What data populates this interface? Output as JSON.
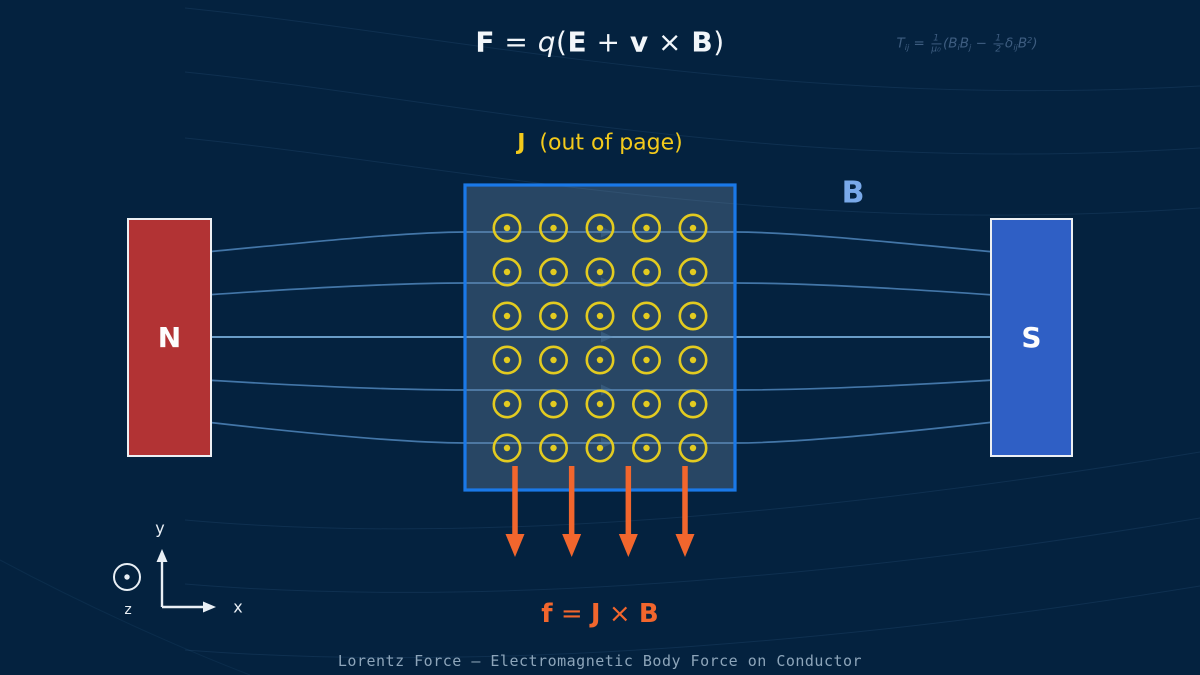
{
  "colors": {
    "background": "#04223f",
    "decor_line": "#4578a8",
    "field_line": "#4a80b4",
    "field_line_bright": "#6fa3cf",
    "conductor_border": "#1a79e8",
    "conductor_fill": "#7492b0",
    "magnet_north": "#b23334",
    "magnet_south": "#2f5fc5",
    "magnet_border": "#eceff3",
    "current_symbol": "#e3cb20",
    "force": "#f2662d",
    "j_label": "#f3ca1b",
    "b_label": "#79a9e9",
    "tensor_formula": "#3e5d80",
    "caption": "#8da5ba"
  },
  "title": {
    "segments": [
      {
        "text": "F",
        "style": "bold"
      },
      {
        "text": " = ",
        "style": "normal"
      },
      {
        "text": "q",
        "style": "italic"
      },
      {
        "text": "(",
        "style": "normal"
      },
      {
        "text": "E",
        "style": "bold"
      },
      {
        "text": " + ",
        "style": "normal"
      },
      {
        "text": "v",
        "style": "bold"
      },
      {
        "text": " × ",
        "style": "normal"
      },
      {
        "text": "B",
        "style": "bold"
      },
      {
        "text": ")",
        "style": "normal"
      }
    ]
  },
  "tensor_formula": {
    "segments": [
      {
        "text": "T",
        "style": "italic"
      },
      {
        "text": "ij",
        "style": "sub"
      },
      {
        "text": " = ",
        "style": "normal"
      },
      {
        "frac": [
          "1",
          "μ₀"
        ]
      },
      {
        "text": "(",
        "style": "normal"
      },
      {
        "text": "B",
        "style": "italic"
      },
      {
        "text": "i",
        "style": "sub"
      },
      {
        "text": "B",
        "style": "italic"
      },
      {
        "text": "j",
        "style": "sub"
      },
      {
        "text": " − ",
        "style": "normal"
      },
      {
        "frac": [
          "1",
          "2"
        ]
      },
      {
        "text": "δ",
        "style": "italic"
      },
      {
        "text": "ij",
        "style": "sub"
      },
      {
        "text": "B",
        "style": "italic"
      },
      {
        "text": "2",
        "style": "sup"
      },
      {
        "text": ")",
        "style": "normal"
      }
    ]
  },
  "j_label": {
    "segments": [
      {
        "text": "J",
        "style": "bold"
      },
      {
        "text": "  (out of page)",
        "style": "normal"
      }
    ]
  },
  "b_label": "B",
  "magnets": {
    "north": {
      "label": "N"
    },
    "south": {
      "label": "S"
    }
  },
  "conductor": {
    "rows": 6,
    "cols": 5,
    "symbol_icon": "current-out-of-page-icon"
  },
  "field_lines": {
    "count": 5
  },
  "force_arrows": {
    "count": 4
  },
  "force_formula": {
    "segments": [
      {
        "text": "f",
        "style": "bold"
      },
      {
        "text": " = ",
        "style": "normal"
      },
      {
        "text": "J",
        "style": "bold"
      },
      {
        "text": " × ",
        "style": "normal"
      },
      {
        "text": "B",
        "style": "bold"
      }
    ]
  },
  "axes": {
    "x": "x",
    "y": "y",
    "z": "z",
    "z_icon": "out-of-page-icon"
  },
  "caption": "Lorentz Force — Electromagnetic Body Force on Conductor"
}
